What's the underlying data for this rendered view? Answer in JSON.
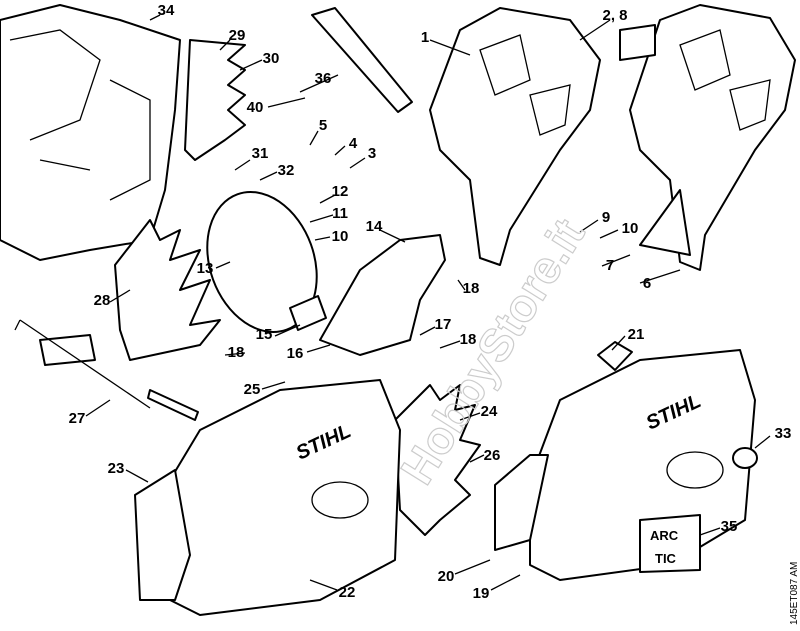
{
  "labels": [
    "34",
    "29",
    "30",
    "36",
    "1",
    "2, 8",
    "40",
    "5",
    "4",
    "3",
    "31",
    "32",
    "12",
    "11",
    "10",
    "14",
    "9",
    "10",
    "7",
    "6",
    "13",
    "28",
    "18",
    "15",
    "16",
    "17",
    "18",
    "18",
    "21",
    "27",
    "25",
    "24",
    "26",
    "33",
    "23",
    "22",
    "20",
    "19",
    "35"
  ],
  "drawing_code": "145ET087 AM",
  "watermark": "HobbyStore.it",
  "logos": {
    "stihl": "STIHL",
    "arctic_line1": "ARC",
    "arctic_line2": "TIC"
  }
}
